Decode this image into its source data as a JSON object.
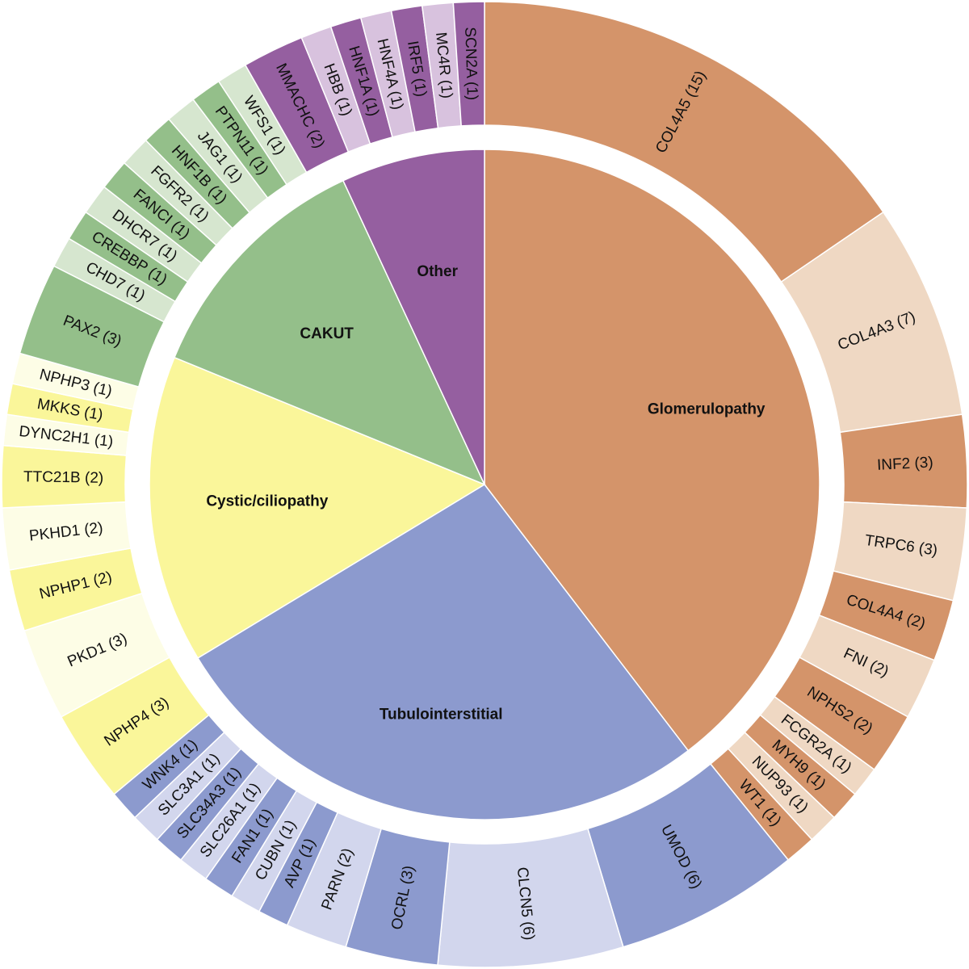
{
  "chart_data": {
    "type": "pie",
    "subtype": "sunburst",
    "inner": [
      {
        "name": "Glomerulopathy",
        "value": 40,
        "color": "#d4946a"
      },
      {
        "name": "Tubulointerstitial",
        "value": 27,
        "color": "#8c9ace"
      },
      {
        "name": "Cystic/ciliopathy",
        "value": 15,
        "color": "#faf69a"
      },
      {
        "name": "CAKUT",
        "value": 12,
        "color": "#94bf8a"
      },
      {
        "name": "Other",
        "value": 7,
        "color": "#955fa0"
      }
    ],
    "outer": [
      {
        "name": "COL4A5 (15)",
        "value": 15,
        "category": "Glomerulopathy",
        "color": "#d4946a"
      },
      {
        "name": "COL4A3 (7)",
        "value": 7,
        "category": "Glomerulopathy",
        "color": "#efd8c3"
      },
      {
        "name": "INF2 (3)",
        "value": 3,
        "category": "Glomerulopathy",
        "color": "#d4946a"
      },
      {
        "name": "TRPC6 (3)",
        "value": 3,
        "category": "Glomerulopathy",
        "color": "#efd8c3"
      },
      {
        "name": "COL4A4 (2)",
        "value": 2,
        "category": "Glomerulopathy",
        "color": "#d4946a"
      },
      {
        "name": "FNI (2)",
        "value": 2,
        "category": "Glomerulopathy",
        "color": "#efd8c3"
      },
      {
        "name": "NPHS2 (2)",
        "value": 2,
        "category": "Glomerulopathy",
        "color": "#d4946a"
      },
      {
        "name": "FCGR2A (1)",
        "value": 1,
        "category": "Glomerulopathy",
        "color": "#efd8c3"
      },
      {
        "name": "MYH9 (1)",
        "value": 1,
        "category": "Glomerulopathy",
        "color": "#d4946a"
      },
      {
        "name": "NUP93 (1)",
        "value": 1,
        "category": "Glomerulopathy",
        "color": "#efd8c3"
      },
      {
        "name": "WT1 (1)",
        "value": 1,
        "category": "Glomerulopathy",
        "color": "#d4946a"
      },
      {
        "name": "UMOD (6)",
        "value": 6,
        "category": "Tubulointerstitial",
        "color": "#8c9ace"
      },
      {
        "name": "CLCN5 (6)",
        "value": 6,
        "category": "Tubulointerstitial",
        "color": "#d2d6ed"
      },
      {
        "name": "OCRL (3)",
        "value": 3,
        "category": "Tubulointerstitial",
        "color": "#8c9ace"
      },
      {
        "name": "PARN (2)",
        "value": 2,
        "category": "Tubulointerstitial",
        "color": "#d2d6ed"
      },
      {
        "name": "AVP (1)",
        "value": 1,
        "category": "Tubulointerstitial",
        "color": "#8c9ace"
      },
      {
        "name": "CUBN (1)",
        "value": 1,
        "category": "Tubulointerstitial",
        "color": "#d2d6ed"
      },
      {
        "name": "FAN1 (1)",
        "value": 1,
        "category": "Tubulointerstitial",
        "color": "#8c9ace"
      },
      {
        "name": "SLC26A1 (1)",
        "value": 1,
        "category": "Tubulointerstitial",
        "color": "#d2d6ed"
      },
      {
        "name": "SLC34A3 (1)",
        "value": 1,
        "category": "Tubulointerstitial",
        "color": "#8c9ace"
      },
      {
        "name": "SLC3A1 (1)",
        "value": 1,
        "category": "Tubulointerstitial",
        "color": "#d2d6ed"
      },
      {
        "name": "WNK4 (1)",
        "value": 1,
        "category": "Tubulointerstitial",
        "color": "#8c9ace"
      },
      {
        "name": "NPHP4 (3)",
        "value": 3,
        "category": "Cystic/ciliopathy",
        "color": "#faf69a"
      },
      {
        "name": "PKD1 (3)",
        "value": 3,
        "category": "Cystic/ciliopathy",
        "color": "#fdfde6"
      },
      {
        "name": "NPHP1 (2)",
        "value": 2,
        "category": "Cystic/ciliopathy",
        "color": "#faf69a"
      },
      {
        "name": "PKHD1 (2)",
        "value": 2,
        "category": "Cystic/ciliopathy",
        "color": "#fdfde6"
      },
      {
        "name": "TTC21B (2)",
        "value": 2,
        "category": "Cystic/ciliopathy",
        "color": "#faf69a"
      },
      {
        "name": "DYNC2H1 (1)",
        "value": 1,
        "category": "Cystic/ciliopathy",
        "color": "#fdfde6"
      },
      {
        "name": "MKKS (1)",
        "value": 1,
        "category": "Cystic/ciliopathy",
        "color": "#faf69a"
      },
      {
        "name": "NPHP3 (1)",
        "value": 1,
        "category": "Cystic/ciliopathy",
        "color": "#fdfde6"
      },
      {
        "name": "PAX2 (3)",
        "value": 3,
        "category": "CAKUT",
        "color": "#94bf8a"
      },
      {
        "name": "CHD7 (1)",
        "value": 1,
        "category": "CAKUT",
        "color": "#d6e6cf"
      },
      {
        "name": "CREBBP (1)",
        "value": 1,
        "category": "CAKUT",
        "color": "#94bf8a"
      },
      {
        "name": "DHCR7 (1)",
        "value": 1,
        "category": "CAKUT",
        "color": "#d6e6cf"
      },
      {
        "name": "FANCI (1)",
        "value": 1,
        "category": "CAKUT",
        "color": "#94bf8a"
      },
      {
        "name": "FGFR2 (1)",
        "value": 1,
        "category": "CAKUT",
        "color": "#d6e6cf"
      },
      {
        "name": "HNF1B (1)",
        "value": 1,
        "category": "CAKUT",
        "color": "#94bf8a"
      },
      {
        "name": "JAG1 (1)",
        "value": 1,
        "category": "CAKUT",
        "color": "#d6e6cf"
      },
      {
        "name": "PTPN11 (1)",
        "value": 1,
        "category": "CAKUT",
        "color": "#94bf8a"
      },
      {
        "name": "WFS1 (1)",
        "value": 1,
        "category": "CAKUT",
        "color": "#d6e6cf"
      },
      {
        "name": "MMACHC (2)",
        "value": 2,
        "category": "Other",
        "color": "#955fa0"
      },
      {
        "name": "HBB (1)",
        "value": 1,
        "category": "Other",
        "color": "#d8c2de"
      },
      {
        "name": "HNF1A (1)",
        "value": 1,
        "category": "Other",
        "color": "#955fa0"
      },
      {
        "name": "HNF4A (1)",
        "value": 1,
        "category": "Other",
        "color": "#d8c2de"
      },
      {
        "name": "IRF5 (1)",
        "value": 1,
        "category": "Other",
        "color": "#955fa0"
      },
      {
        "name": "MC4R (1)",
        "value": 1,
        "category": "Other",
        "color": "#d8c2de"
      },
      {
        "name": "SCN2A (1)",
        "value": 1,
        "category": "Other",
        "color": "#955fa0"
      }
    ]
  }
}
